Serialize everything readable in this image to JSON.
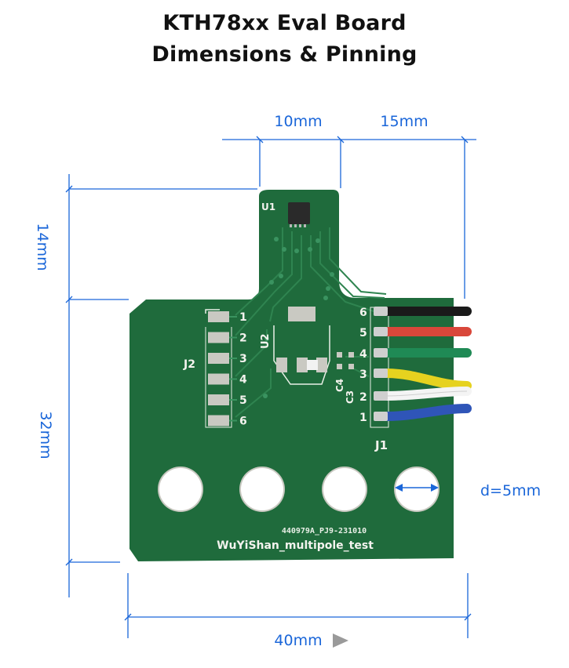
{
  "title": {
    "line1": "KTH78xx Eval Board",
    "line2": "Dimensions & Pinning"
  },
  "dimensions": {
    "top_left_offset": "10mm",
    "top_right_offset": "15mm",
    "neck_height": "14mm",
    "body_height": "32mm",
    "total_width": "40mm",
    "hole_diameter": "d=5mm"
  },
  "board": {
    "color": "#1f6b3c",
    "ic_label": "U1",
    "regulator_label": "U2",
    "cap_labels": [
      "C4",
      "C3"
    ],
    "j2": {
      "label": "J2",
      "pins": [
        "1",
        "2",
        "3",
        "4",
        "5",
        "6"
      ]
    },
    "j1": {
      "label": "J1",
      "pins": [
        "6",
        "5",
        "4",
        "3",
        "2",
        "1"
      ],
      "wire_colors": [
        "#1a1a1a",
        "#d9473a",
        "#1f8a55",
        "#e6d21f",
        "#f4f4f4",
        "#2f55b8"
      ]
    },
    "mounting_holes": 4,
    "silk_code": "440979A_PJ9-231010",
    "silk_name": "WuYiShan_multipole_test"
  },
  "colors": {
    "dimension_blue": "#1a66d9",
    "arrow_gray": "#9a9a9a"
  }
}
